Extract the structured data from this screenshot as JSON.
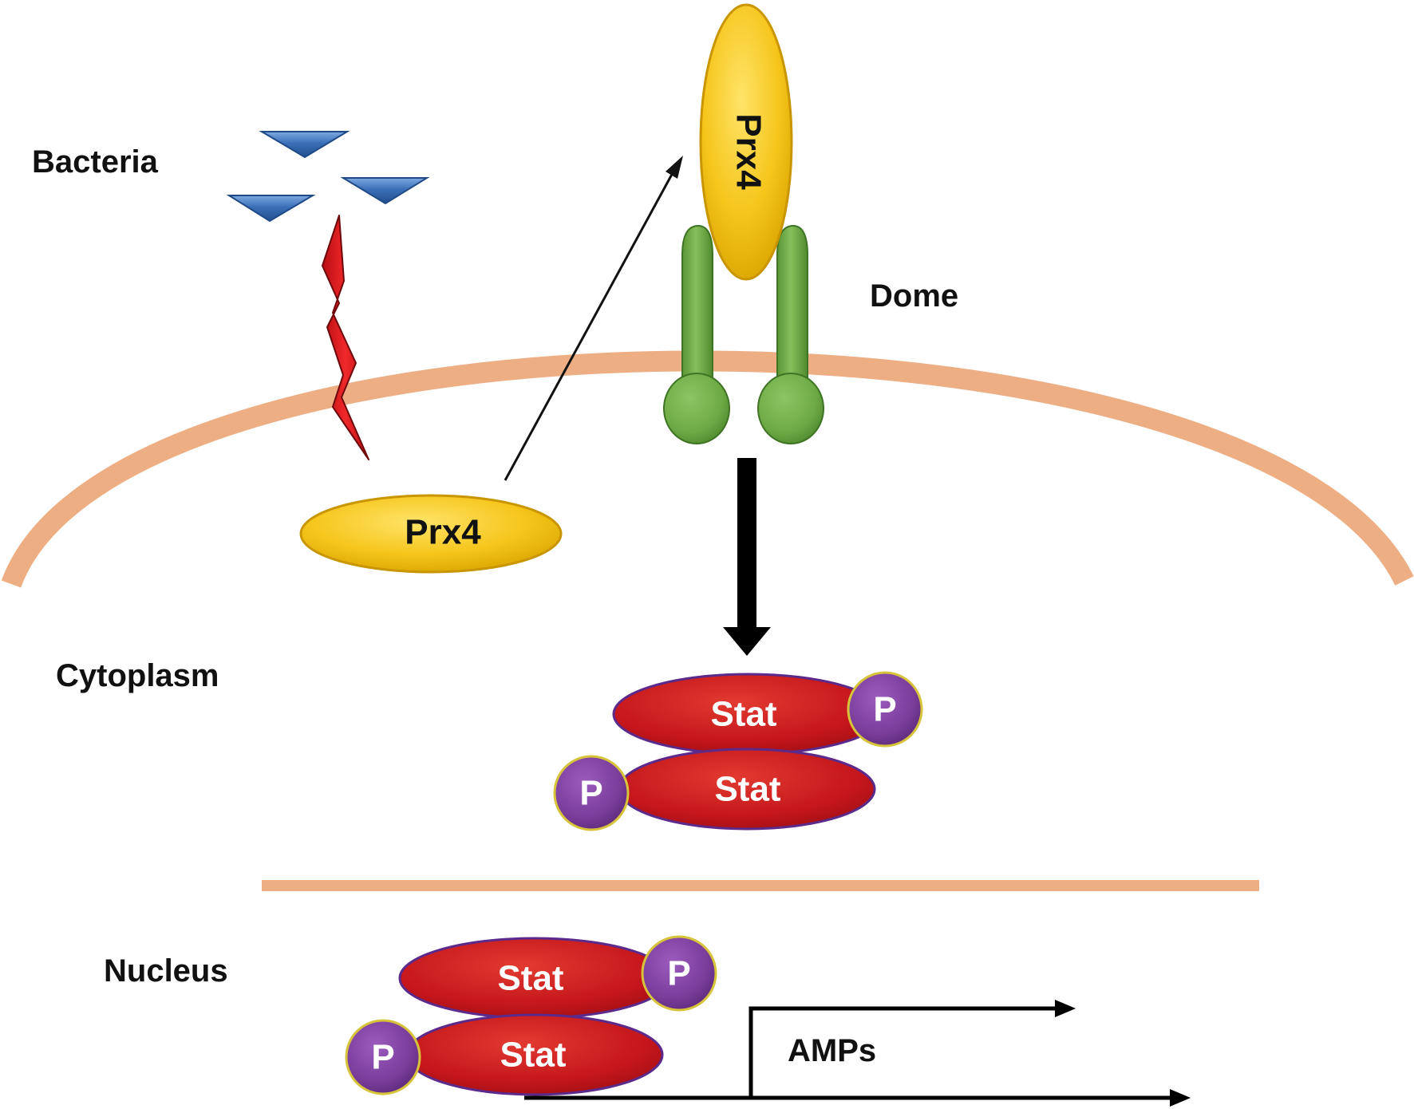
{
  "compartments": {
    "bacteria": "Bacteria",
    "cytoplasm": "Cytoplasm",
    "nucleus": "Nucleus"
  },
  "receptor": {
    "label": "Dome"
  },
  "prx4": {
    "free_label": "Prx4",
    "bound_label": "Prx4"
  },
  "stat_cytoplasm": {
    "upper_label": "Stat",
    "lower_label": "Stat",
    "phospho_label": "P"
  },
  "stat_nucleus": {
    "upper_label": "Stat",
    "lower_label": "Stat",
    "phospho_label": "P"
  },
  "target_genes": {
    "label": "AMPs"
  },
  "colors": {
    "membrane": "#EDAE84",
    "prx4": "#F2C51C",
    "receptor": "#6DAA45",
    "stat": "#C4161C",
    "phospho": "#7A3D9A",
    "bacteria": "#3A6FB8",
    "lightning": "#E0161B"
  }
}
